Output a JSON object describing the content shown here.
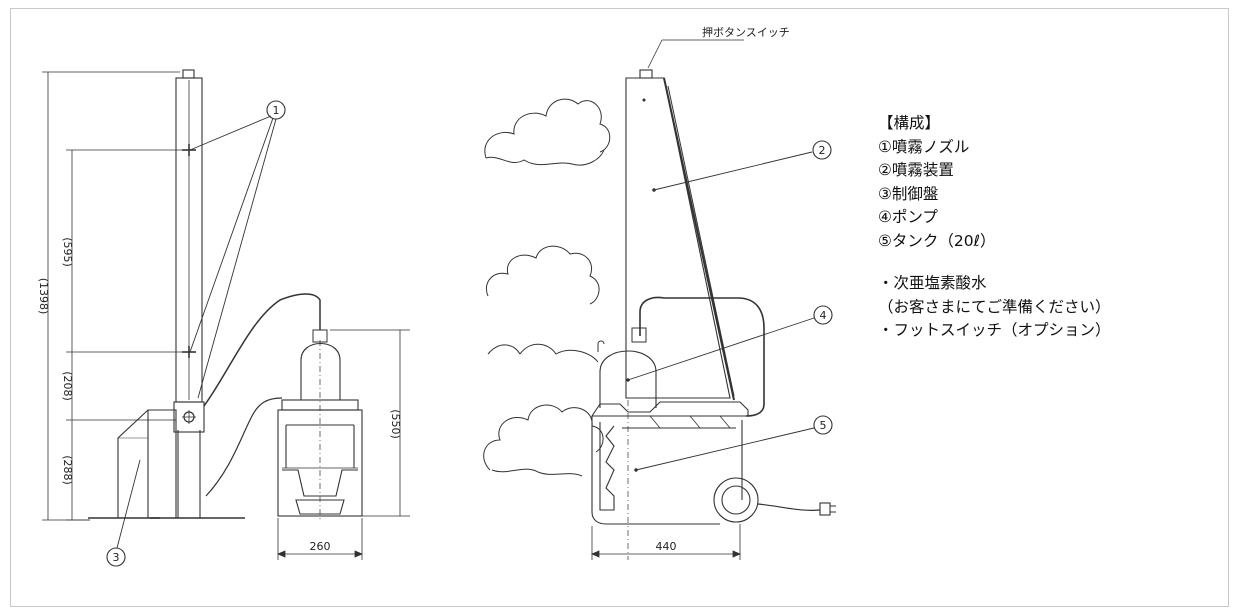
{
  "switch_label": "押ボタンスイッチ",
  "dimensions": {
    "total_height": "(1398)",
    "upper_nozzle_gap": "(595)",
    "lower_gap": "(208)",
    "base_height": "(288)",
    "tank_height": "(550)",
    "tank_width_side": "260",
    "tank_width_front": "440"
  },
  "callouts": [
    "1",
    "2",
    "3",
    "4",
    "5"
  ],
  "legend": {
    "title": "【構成】",
    "components": [
      "①噴霧ノズル",
      "②噴霧装置",
      "③制御盤",
      "④ポンプ",
      "⑤タンク（20ℓ）"
    ],
    "notes": [
      "・次亜塩素酸水",
      "（お客さまにてご準備ください）",
      "・フットスイッチ（オプション）"
    ]
  }
}
